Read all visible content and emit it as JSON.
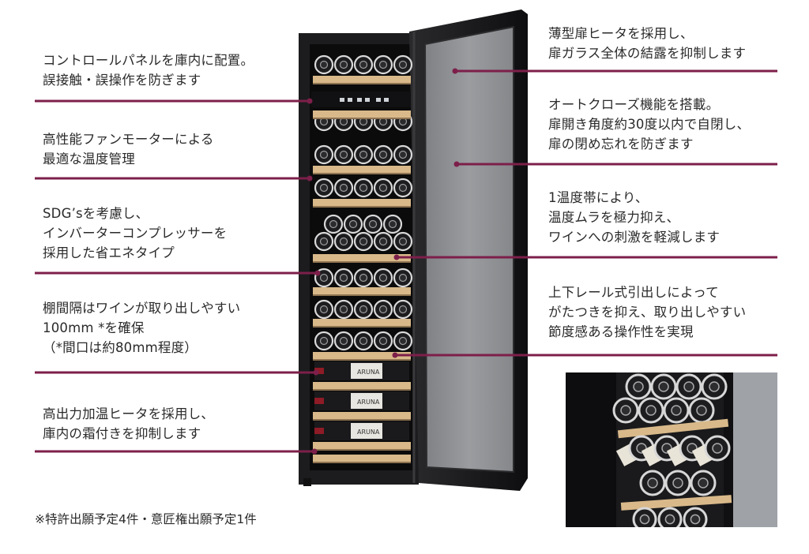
{
  "callouts_left": [
    {
      "lines": [
        "コントロールパネルを庫内に配置。",
        "誤接触・誤操作を防ぎます"
      ]
    },
    {
      "lines": [
        "高性能ファンモーターによる",
        "最適な温度管理"
      ]
    },
    {
      "lines": [
        "SDG’sを考慮し、",
        "インバーターコンプレッサーを",
        "採用した省エネタイプ"
      ]
    },
    {
      "lines": [
        "棚間隔はワインが取り出しやすい",
        "100mm *を確保",
        "（*間口は約80mm程度）"
      ]
    },
    {
      "lines": [
        "高出力加温ヒータを採用し、",
        "庫内の霜付きを抑制します"
      ]
    }
  ],
  "callouts_right": [
    {
      "lines": [
        "薄型扉ヒータを採用し、",
        "扉ガラス全体の結露を抑制します"
      ]
    },
    {
      "lines": [
        "オートクローズ機能を搭載。",
        "扉開き角度約30度以内で自閉し、",
        "扉の閉め忘れを防ぎます"
      ]
    },
    {
      "lines": [
        "1温度帯により、",
        "温度ムラを極力抑え、",
        "ワインへの刺激を軽減します"
      ]
    },
    {
      "lines": [
        "上下レール式引出しによって",
        "がたつきを抑え、取り出しやすい",
        "節度感ある操作性を実現"
      ]
    }
  ],
  "footnote": "※特許出願予定4件・意匠権出願予定1件",
  "bottle_label": "ARUNA",
  "colors": {
    "leader": "#7d1f4a",
    "cabinet": "#1c1c1e",
    "shelf_wood": "#d9b98a",
    "glass": "#8d8f92"
  },
  "icons": {
    "product": "wine-cellar-image",
    "inset": "shelf-closeup-image"
  }
}
